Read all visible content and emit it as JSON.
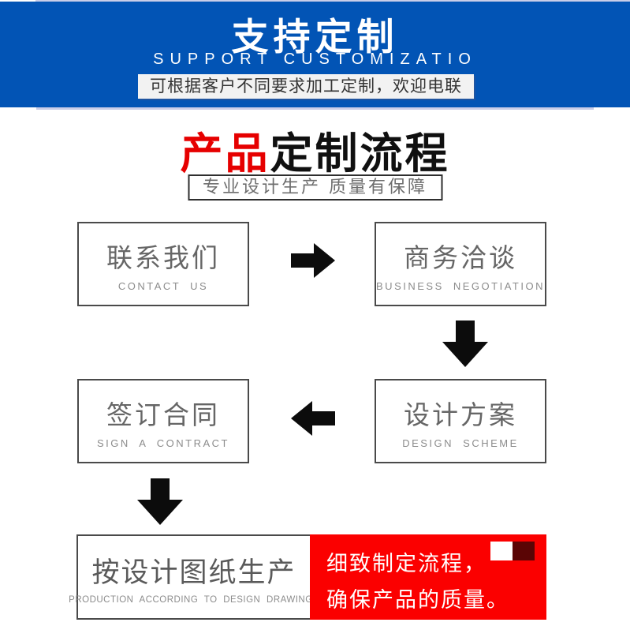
{
  "banner": {
    "title": "支持定制",
    "subtitle": "SUPPORT CUSTOMIZATIO",
    "tagline": "可根据客户不同要求加工定制，欢迎电联",
    "bg_color": "#0254b5"
  },
  "section": {
    "title_highlight": "产品",
    "title_rest": "定制流程",
    "highlight_color": "#e60000",
    "subtitle": "专业设计生产 质量有保障"
  },
  "flow": {
    "steps": [
      {
        "id": "contact",
        "zh": "联系我们",
        "en": "CONTACT US"
      },
      {
        "id": "negotiation",
        "zh": "商务洽谈",
        "en": "BUSINESS NEGOTIATION"
      },
      {
        "id": "design",
        "zh": "设计方案",
        "en": "DESIGN SCHEME"
      },
      {
        "id": "sign",
        "zh": "签订合同",
        "en": "SIGN A CONTRACT"
      },
      {
        "id": "production",
        "zh": "按设计图纸生产",
        "en": "PRODUCTION ACCORDING TO DESIGN DRAWINGS"
      }
    ],
    "note": {
      "line1": "细致制定流程，",
      "line2": "确保产品的质量。",
      "bg_color": "#fb0000",
      "accent_dark_color": "#5a0505",
      "accent_light_color": "#ffffff"
    }
  }
}
